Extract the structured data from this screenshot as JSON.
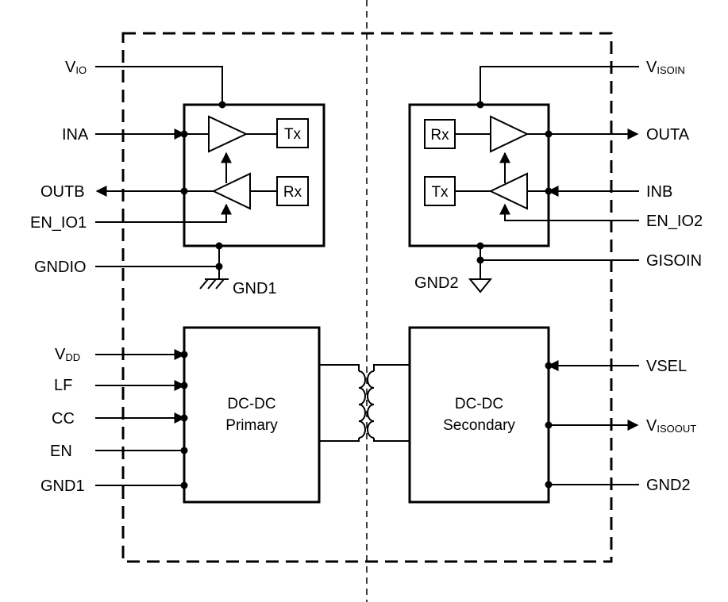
{
  "diagram": {
    "pins_left": {
      "vio": {
        "main": "V",
        "sub": "IO"
      },
      "ina": "INA",
      "outb": "OUTB",
      "en_io1": "EN_IO1",
      "gndio": "GNDIO",
      "vdd": {
        "main": "V",
        "sub": "DD"
      },
      "lf": "LF",
      "cc": "CC",
      "en": "EN",
      "gnd1": "GND1"
    },
    "pins_right": {
      "visoin": {
        "main": "V",
        "sub": "ISOIN"
      },
      "outa": "OUTA",
      "inb": "INB",
      "en_io2": "EN_IO2",
      "gisoin": "GISOIN",
      "vsel": "VSEL",
      "visoout": {
        "main": "V",
        "sub": "ISOOUT"
      },
      "gnd2": "GND2"
    },
    "grounds": {
      "gnd1": "GND1",
      "gnd2": "GND2"
    },
    "blocks": {
      "tx": "Tx",
      "rx": "Rx",
      "dcdc_primary": {
        "line1": "DC-DC",
        "line2": "Primary"
      },
      "dcdc_secondary": {
        "line1": "DC-DC",
        "line2": "Secondary"
      }
    }
  }
}
